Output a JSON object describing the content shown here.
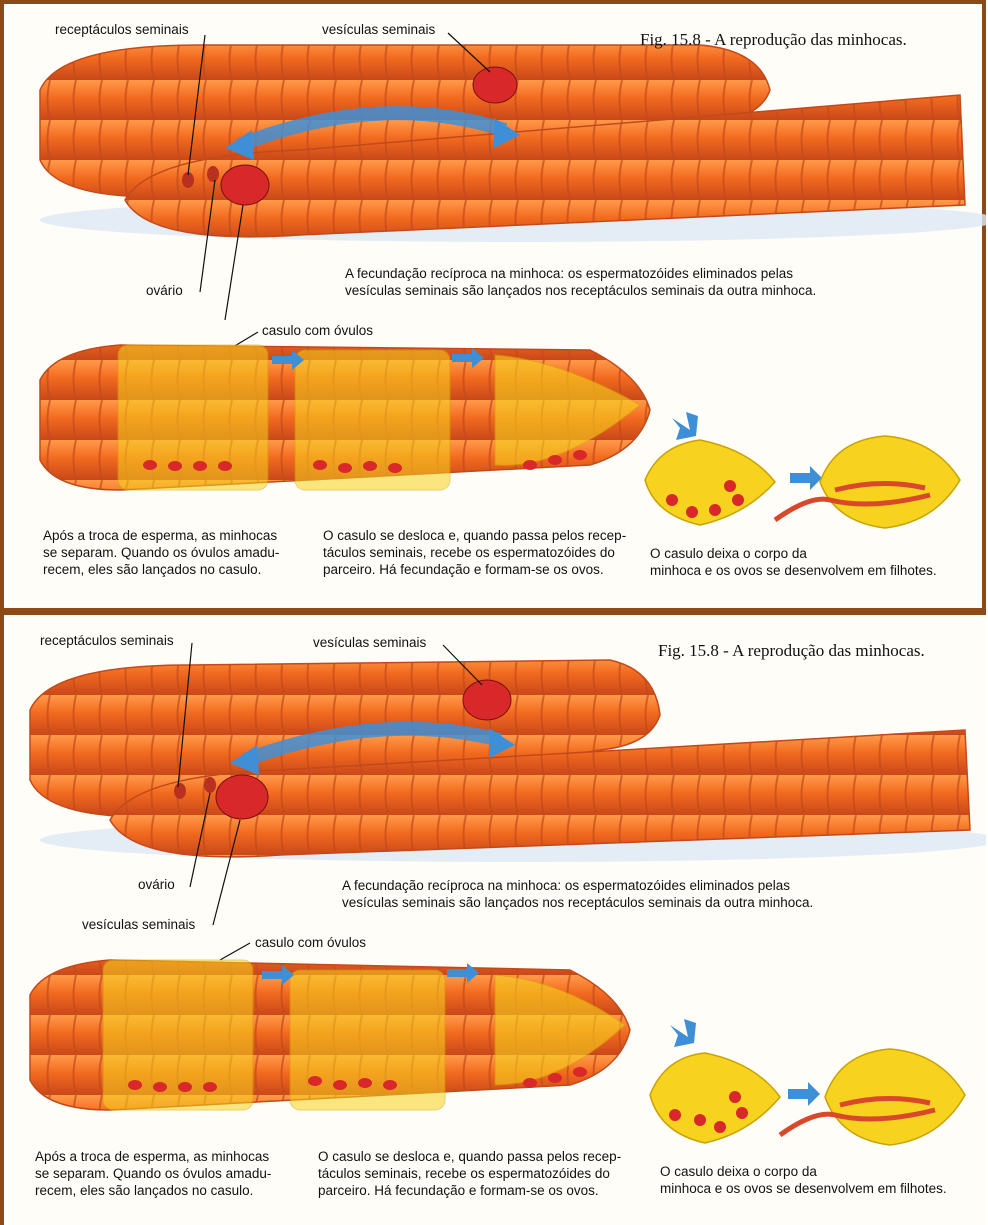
{
  "panels": [
    {
      "figure_title": "Fig. 15.8 - A reprodução das minhocas.",
      "labels": {
        "receptaculos": "receptáculos seminais",
        "vesiculas_top": "vesículas seminais",
        "ovario": "ovário",
        "vesiculas_lower": "",
        "casulo": "casulo com óvulos"
      },
      "caption_main": [
        "A fecundação recíproca na minhoca: os espermatozóides eliminados pelas",
        "vesículas seminais são lançados nos receptáculos seminais da outra minhoca."
      ],
      "caption_step1": [
        "Após a troca de esperma, as minhocas",
        "se separam. Quando os óvulos amadu-",
        "recem, eles são lançados no casulo."
      ],
      "caption_step2": [
        "O casulo se desloca e, quando passa pelos recep-",
        "táculos seminais, recebe os espermatozóides do",
        "parceiro. Há fecundação e formam-se os ovos."
      ],
      "caption_step3": [
        "O casulo deixa o corpo da",
        "minhoca e os ovos se desenvolvem em filhotes."
      ]
    },
    {
      "figure_title": "Fig. 15.8 - A reprodução das minhocas.",
      "labels": {
        "receptaculos": "receptáculos seminais",
        "vesiculas_top": "vesículas seminais",
        "ovario": "ovário",
        "vesiculas_lower": "vesículas seminais",
        "casulo": "casulo com óvulos"
      },
      "caption_main": [
        "A fecundação recíproca na minhoca: os espermatozóides eliminados pelas",
        "vesículas seminais são lançados nos receptáculos seminais da outra minhoca."
      ],
      "caption_step1": [
        "Após a troca de esperma, as minhocas",
        "se separam. Quando os óvulos amadu-",
        "recem, eles são lançados no casulo."
      ],
      "caption_step2": [
        "O casulo se desloca e, quando passa pelos recep-",
        "táculos seminais, recebe os espermatozóides do",
        "parceiro. Há fecundação e formam-se os ovos."
      ],
      "caption_step3": [
        "O casulo deixa o corpo da",
        "minhoca e os ovos se desenvolvem em filhotes."
      ]
    }
  ],
  "colors": {
    "frame": "#8b4a16",
    "worm": "#f26a1f",
    "worm_dark": "#d8501a",
    "cocoon": "#f7d21e",
    "organ": "#d8282a",
    "arrow": "#3f8fd6"
  }
}
